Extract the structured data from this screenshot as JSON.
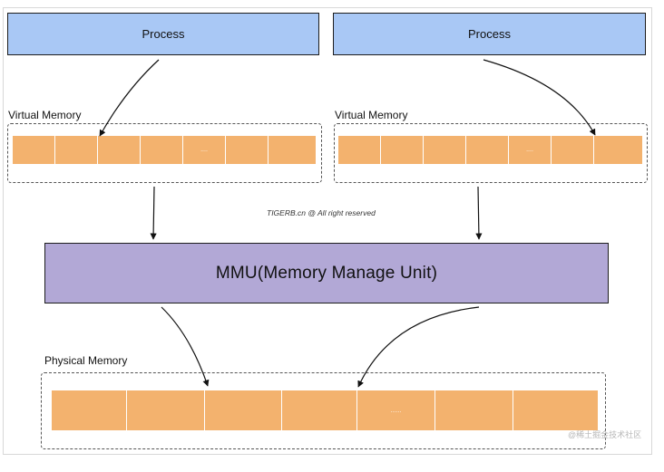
{
  "processes": [
    {
      "label": "Process"
    },
    {
      "label": "Process"
    }
  ],
  "virtual_memory": [
    {
      "label": "Virtual Memory",
      "cells": [
        "",
        "",
        "",
        "",
        "....",
        "",
        ""
      ]
    },
    {
      "label": "Virtual Memory",
      "cells": [
        "",
        "",
        "",
        "",
        "....",
        "",
        ""
      ]
    }
  ],
  "watermark": "TIGERB.cn @ All right reserved",
  "mmu": {
    "label": "MMU(Memory Manage Unit)"
  },
  "physical_memory": {
    "label": "Physical Memory",
    "cells": [
      "",
      "",
      "",
      "",
      "......",
      "",
      ""
    ]
  },
  "corner_watermark": "@稀土掘金技术社区",
  "colors": {
    "process": "#a9c8f5",
    "mmu": "#b2a8d6",
    "memory_cell": "#f3b26e"
  }
}
